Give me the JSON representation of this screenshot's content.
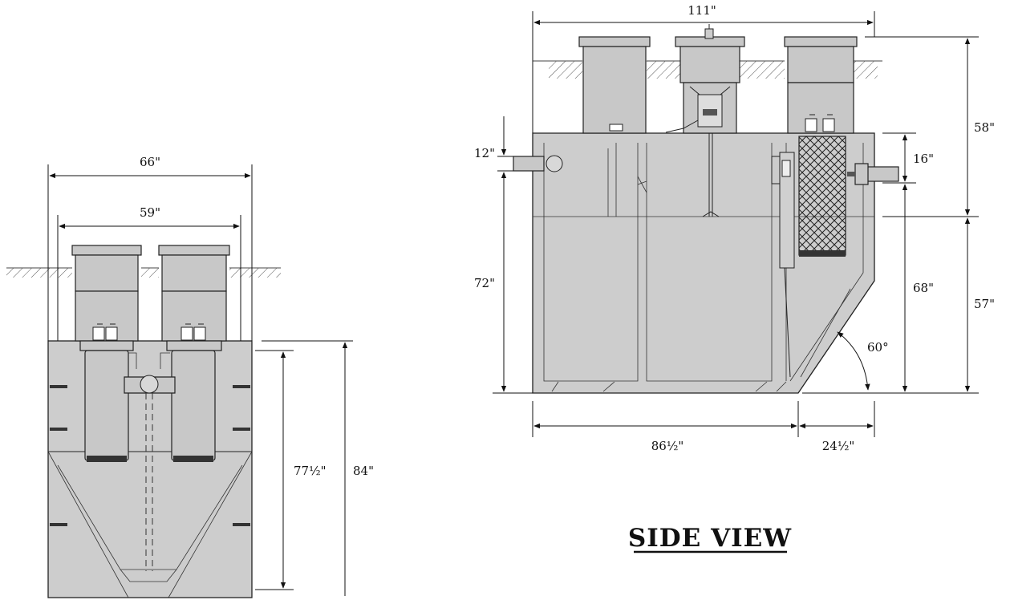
{
  "front_view": {
    "dimensions": {
      "overall_width": "66\"",
      "inner_width": "59\"",
      "tank_height": "77½\"",
      "total_height": "84\""
    }
  },
  "side_view": {
    "title": "SIDE VIEW",
    "dimensions": {
      "overall_length": "111\"",
      "inlet_height": "12\"",
      "tank_height": "72\"",
      "riser_height": "58\"",
      "outlet_height": "16\"",
      "outlet_invert": "68\"",
      "lower_height": "57\"",
      "angle": "60°",
      "bottom_length": "86½\"",
      "slope_length": "24½\""
    }
  }
}
